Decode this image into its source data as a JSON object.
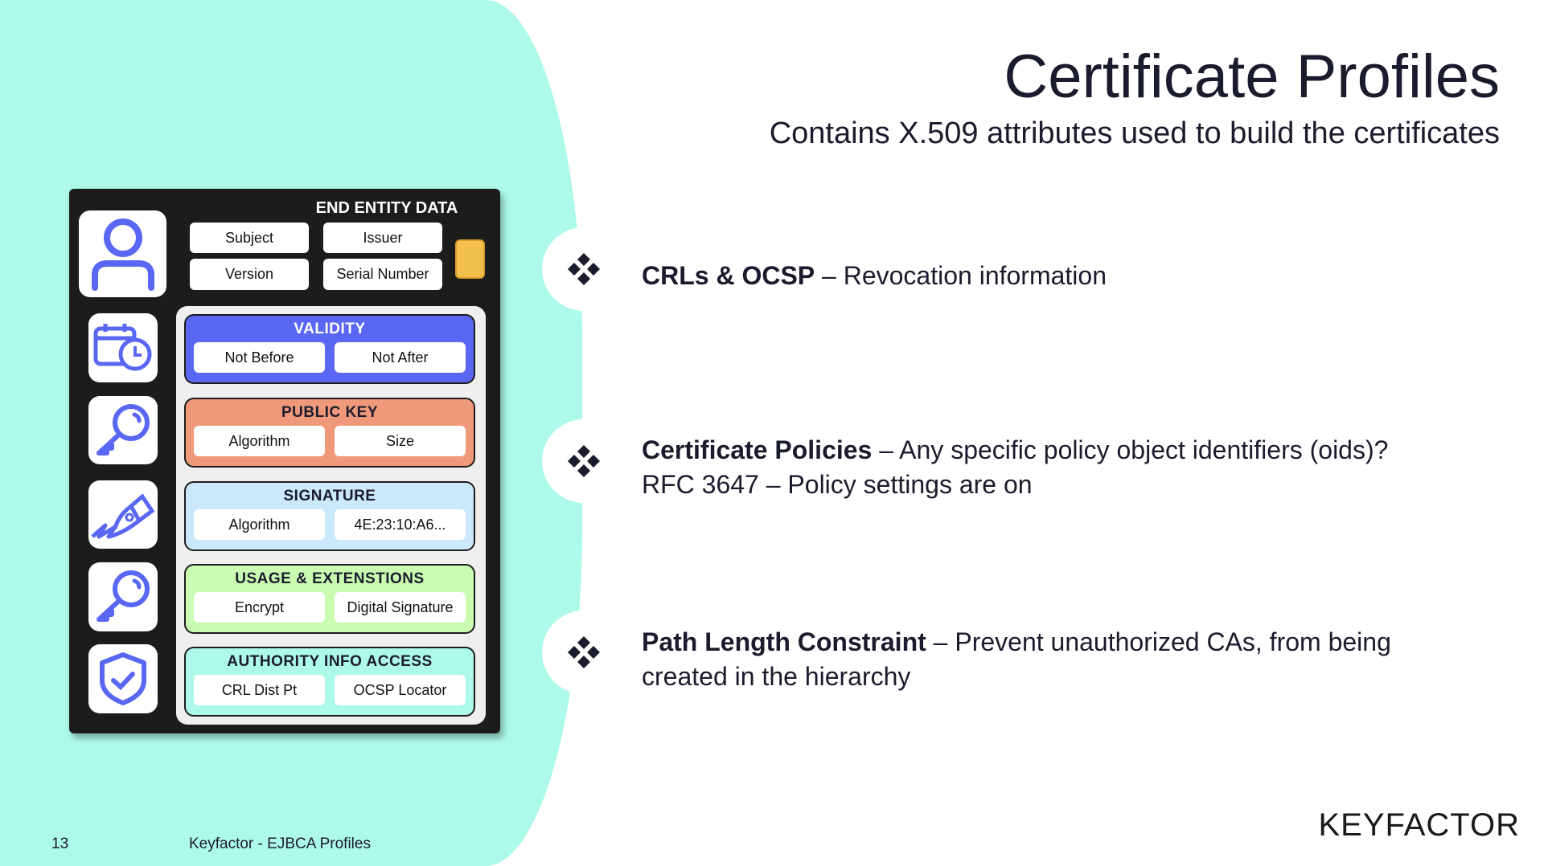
{
  "title": "Certificate Profiles",
  "subtitle": "Contains X.509 attributes used to build the certificates",
  "card": {
    "end_entity": {
      "title": "END ENTITY DATA",
      "fields": [
        "Subject",
        "Issuer",
        "Version",
        "Serial Number"
      ]
    },
    "sections": [
      {
        "title": "VALIDITY",
        "fields": [
          "Not Before",
          "Not After"
        ],
        "color": "#5a67f2"
      },
      {
        "title": "PUBLIC KEY",
        "fields": [
          "Algorithm",
          "Size"
        ],
        "color": "#f0997a"
      },
      {
        "title": "SIGNATURE",
        "fields": [
          "Algorithm",
          "4E:23:10:A6..."
        ],
        "color": "#cce8fb"
      },
      {
        "title": "USAGE & EXTENSTIONS",
        "fields": [
          "Encrypt",
          "Digital Signature"
        ],
        "color": "#c9fbb0"
      },
      {
        "title": "AUTHORITY INFO ACCESS",
        "fields": [
          "CRL Dist Pt",
          "OCSP Locator"
        ],
        "color": "#adf9ea"
      }
    ]
  },
  "bullets": [
    {
      "bold": "CRLs & OCSP",
      "text": " – Revocation information"
    },
    {
      "bold": "Certificate Policies",
      "text": " – Any specific policy object identifiers (oids)?",
      "line2": "RFC 3647 – Policy settings are on"
    },
    {
      "bold": "Path Length Constraint",
      "text": " – Prevent unauthorized CAs, from being",
      "line2": "created in the hierarchy"
    }
  ],
  "footer": {
    "page": "13",
    "label": "Keyfactor - EJBCA Profiles",
    "logo": "KEYFACTOR"
  },
  "colors": {
    "teal": "#adf9ea",
    "accent": "#5a67f2"
  }
}
